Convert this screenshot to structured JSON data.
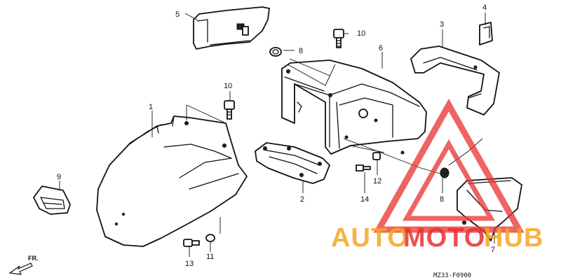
{
  "diagram_code": "MZ33-F0900",
  "direction_label": "FR.",
  "callouts": [
    {
      "id": "part-1",
      "label": "1"
    },
    {
      "id": "part-2",
      "label": "2"
    },
    {
      "id": "part-3",
      "label": "3"
    },
    {
      "id": "part-4",
      "label": "4"
    },
    {
      "id": "part-5",
      "label": "5"
    },
    {
      "id": "part-6",
      "label": "6"
    },
    {
      "id": "part-7",
      "label": "7"
    },
    {
      "id": "part-8-top",
      "label": "8"
    },
    {
      "id": "part-8-bottom",
      "label": "8"
    },
    {
      "id": "part-9",
      "label": "9"
    },
    {
      "id": "part-10-top",
      "label": "10"
    },
    {
      "id": "part-10-left",
      "label": "10"
    },
    {
      "id": "part-11",
      "label": "11"
    },
    {
      "id": "part-12",
      "label": "12"
    },
    {
      "id": "part-13",
      "label": "13"
    },
    {
      "id": "part-14",
      "label": "14"
    }
  ],
  "watermark": {
    "part1": "AUTO",
    "part2": "MOTO",
    "part3": "HUB",
    "color_orange": "#f5a623",
    "color_red": "#e8312f"
  }
}
